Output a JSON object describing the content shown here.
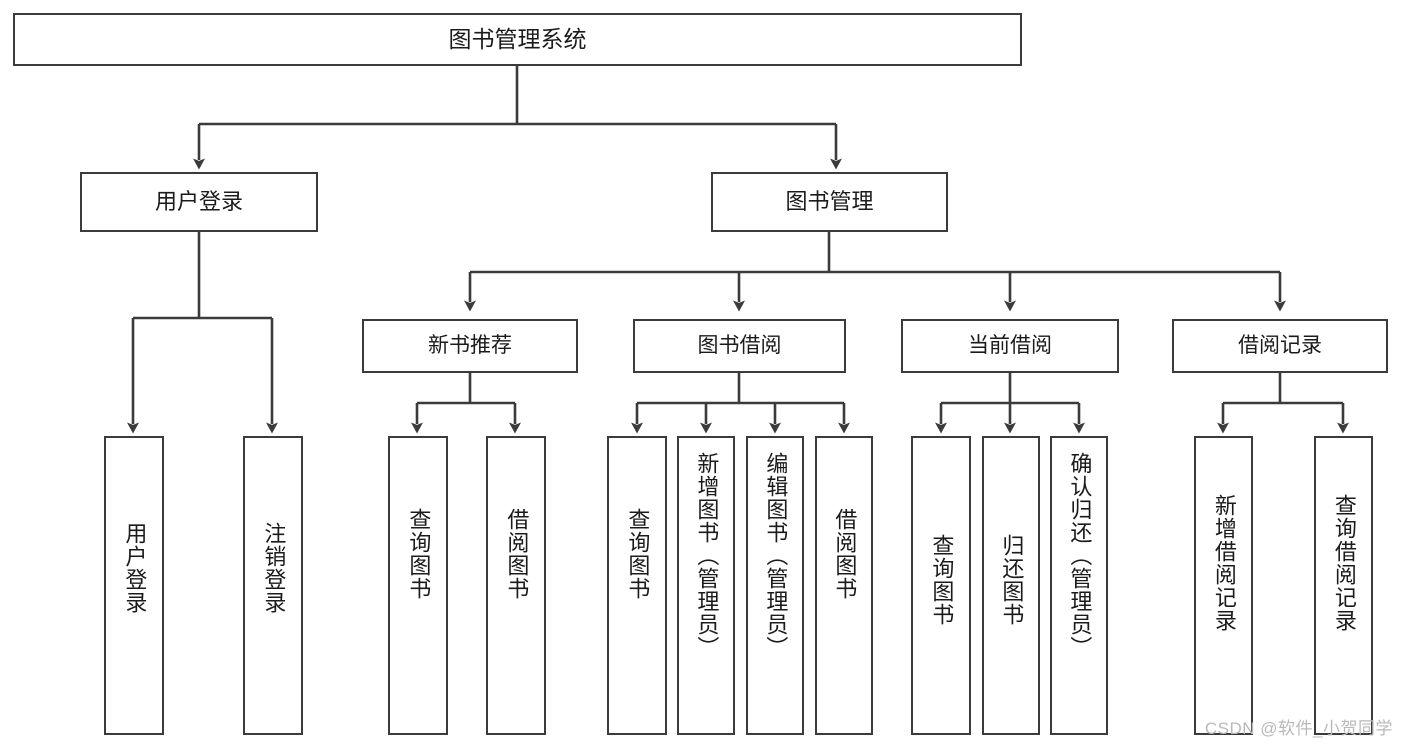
{
  "diagram": {
    "title": "图书管理系统",
    "type": "tree-hierarchy-diagram",
    "root": {
      "label": "图书管理系统"
    },
    "level2": [
      {
        "label": "用户登录"
      },
      {
        "label": "图书管理"
      }
    ],
    "level3": [
      {
        "label": "新书推荐"
      },
      {
        "label": "图书借阅"
      },
      {
        "label": "当前借阅"
      },
      {
        "label": "借阅记录"
      }
    ],
    "leaves": {
      "user_login": [
        {
          "label": "用户登录"
        },
        {
          "label": "注销登录"
        }
      ],
      "new_book_recommend": [
        {
          "label": "查询图书"
        },
        {
          "label": "借阅图书"
        }
      ],
      "book_borrow": [
        {
          "label": "查询图书"
        },
        {
          "label": "新增图书（管理员）"
        },
        {
          "label": "编辑图书（管理员）"
        },
        {
          "label": "借阅图书"
        }
      ],
      "current_borrow": [
        {
          "label": "查询图书"
        },
        {
          "label": "归还图书"
        },
        {
          "label": "确认归还（管理员）"
        }
      ],
      "borrow_records": [
        {
          "label": "新增借阅记录"
        },
        {
          "label": "查询借阅记录"
        }
      ]
    }
  },
  "watermark": {
    "text": "CSDN @软件_小贺同学"
  },
  "colors": {
    "stroke": "#3b3b3b",
    "background": "#ffffff",
    "text": "#1b1b1b",
    "watermark": "#b9b9b9"
  }
}
